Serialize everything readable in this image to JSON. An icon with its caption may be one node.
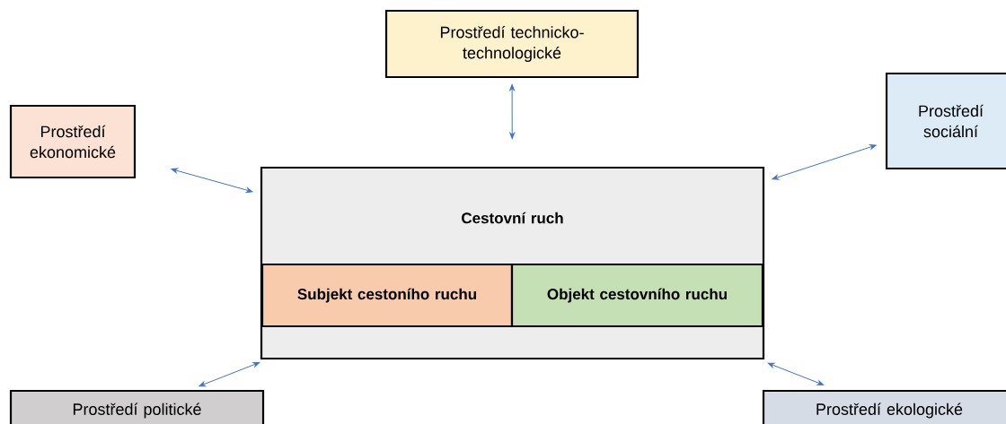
{
  "diagram": {
    "nodes": [
      {
        "text": [
          "Prostředí technicko-technologické"
        ]
      },
      {
        "text": [
          "Prostředí ekonomické"
        ]
      },
      {
        "text": [
          "Prostředí sociální"
        ]
      },
      {
        "text": [
          "Cestovní ruch"
        ]
      },
      {
        "text": [
          "Subjekt cestoního ruchu"
        ],
        "in": 3
      },
      {
        "text": [
          "Objekt cestovního ruchu"
        ],
        "in": 3
      },
      {
        "text": [
          "Prostředí politické"
        ]
      },
      {
        "text": [
          "Prostředí ekologické"
        ]
      }
    ],
    "edges": [
      {
        "from": 0,
        "to": 3,
        "arrow": "both"
      },
      {
        "from": 1,
        "to": 3,
        "arrow": "both"
      },
      {
        "from": 2,
        "to": 3,
        "arrow": "both"
      },
      {
        "from": 6,
        "to": 3,
        "arrow": "both"
      },
      {
        "from": 7,
        "to": 3,
        "arrow": "both"
      }
    ]
  }
}
